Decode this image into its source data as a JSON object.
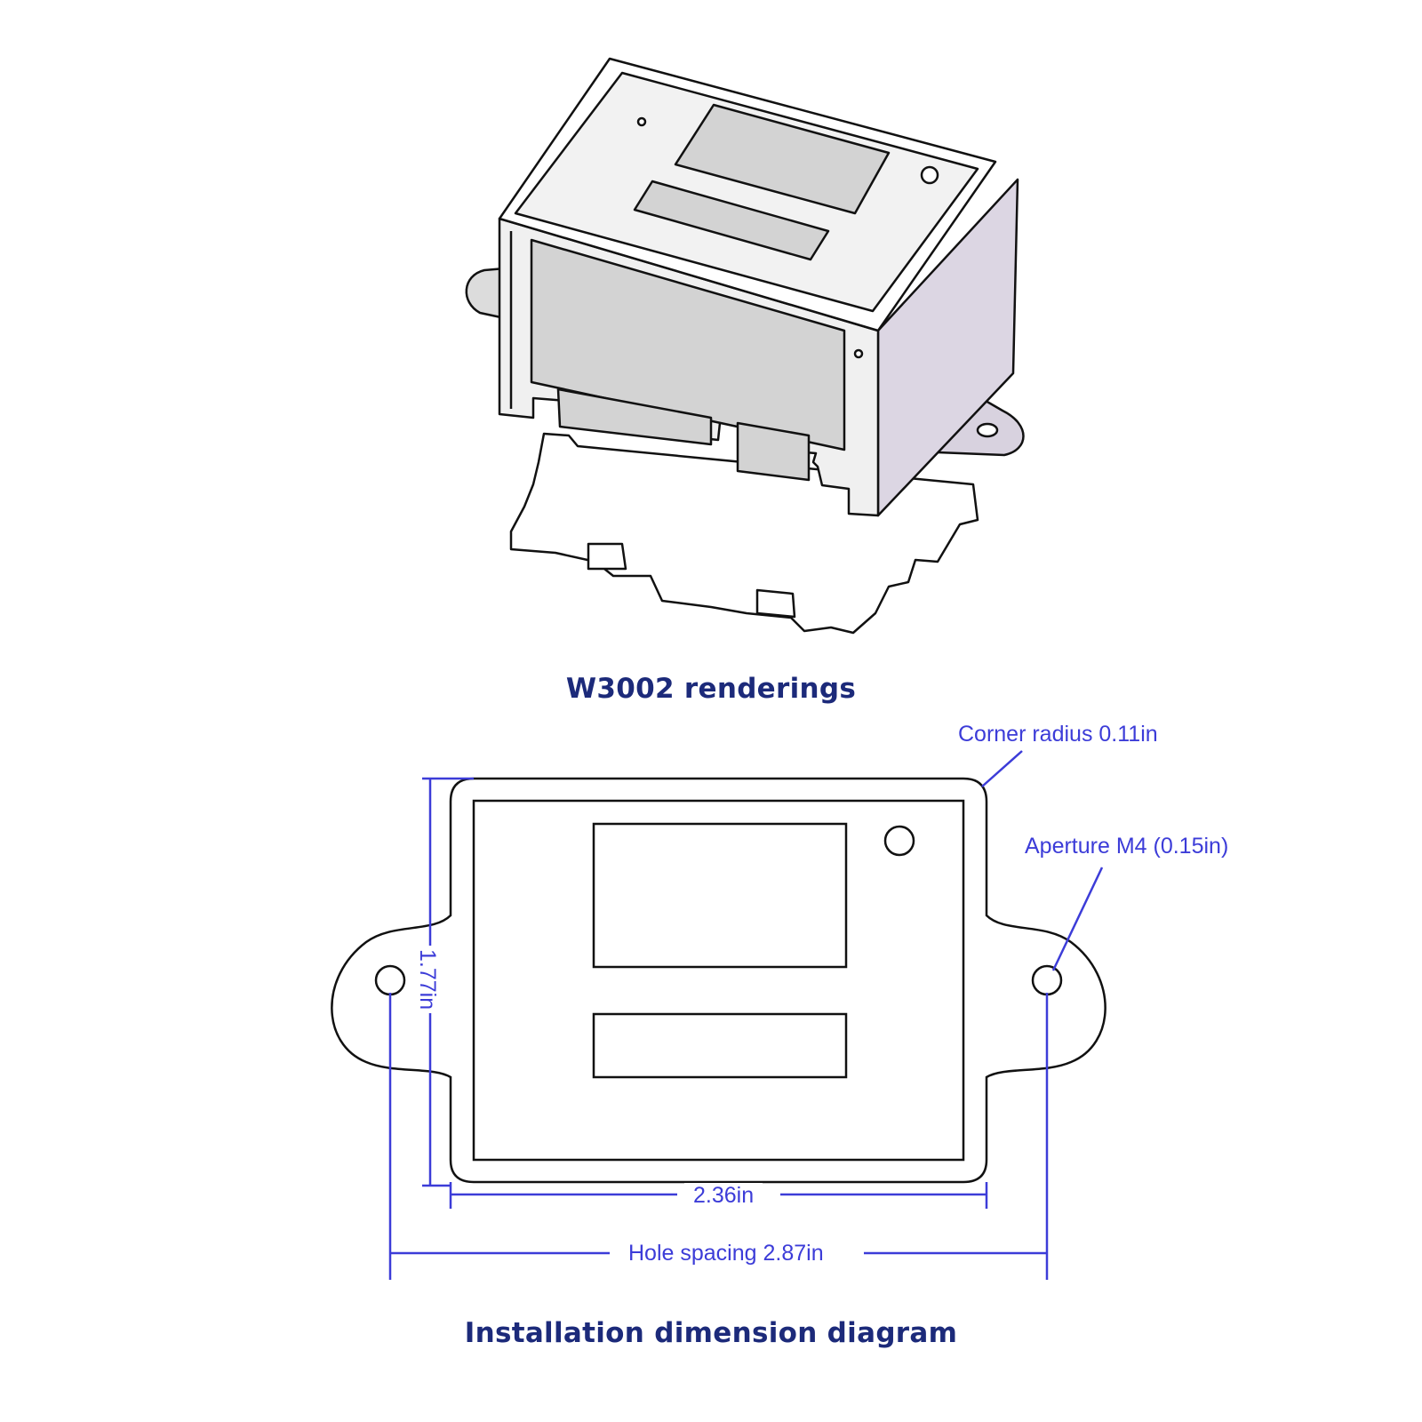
{
  "captions": {
    "renderings": "W3002 renderings",
    "installation": "Installation dimension diagram"
  },
  "dimensions": {
    "corner_radius": "Corner radius 0.11in",
    "aperture": "Aperture M4 (0.15in)",
    "height": "1.77in",
    "width": "2.36in",
    "hole_spacing": "Hole spacing 2.87in"
  },
  "colors": {
    "caption": "#1c2a7a",
    "dimension": "#3c3cd8",
    "outline": "#111111",
    "panel_gray": "#d3d3d3",
    "side_lilac": "#dcd6e3"
  }
}
